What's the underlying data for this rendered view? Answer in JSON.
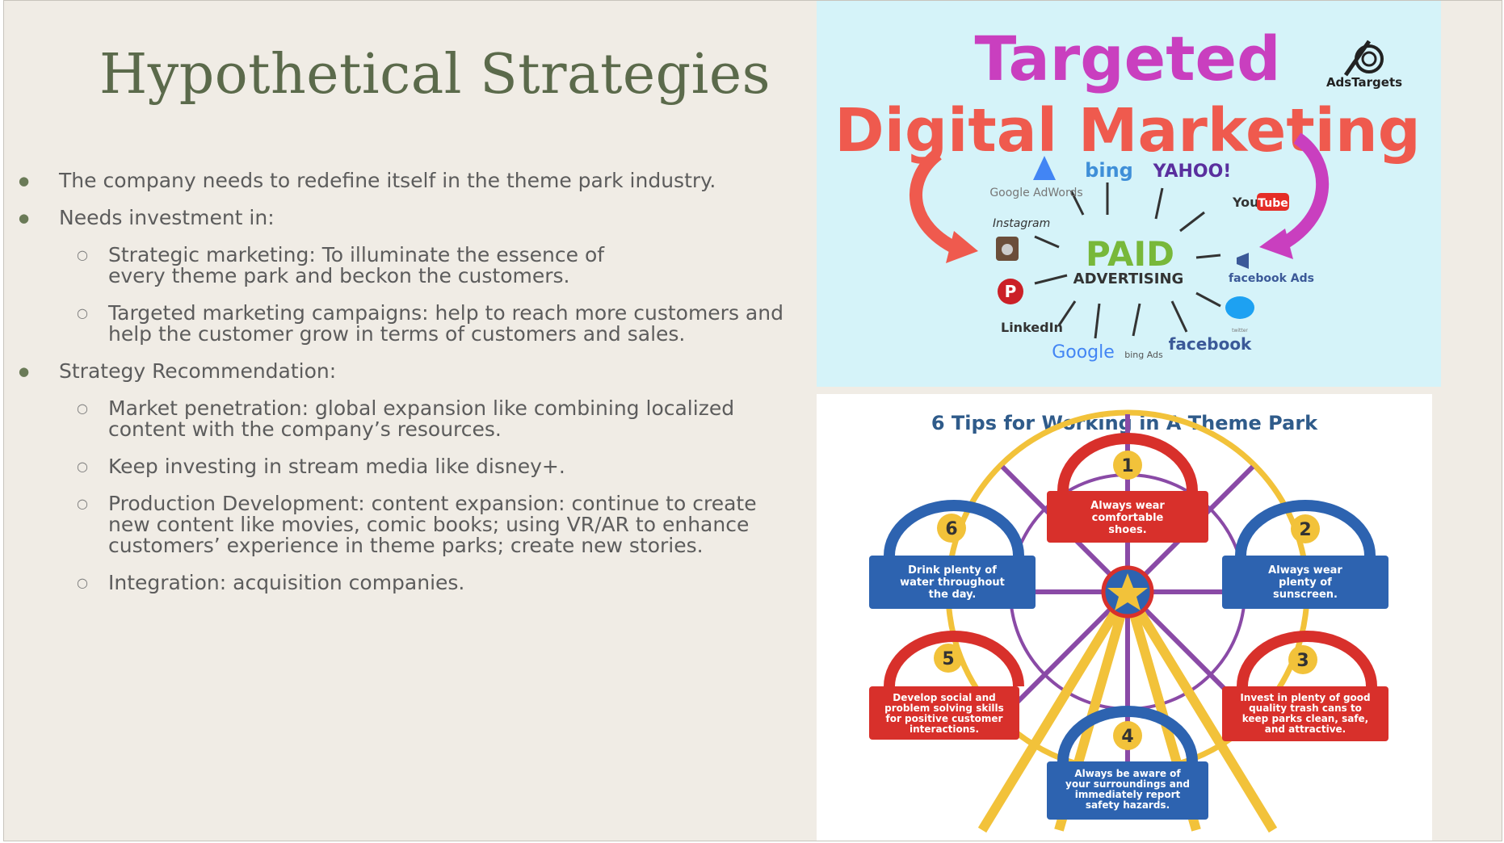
{
  "slide": {
    "title": "Hypothetical Strategies",
    "bullets": [
      {
        "level": 1,
        "text": "The company needs to redefine itself in the theme park industry."
      },
      {
        "level": 1,
        "text": "Needs investment in:"
      },
      {
        "level": 2,
        "text": "Strategic marketing:  To illuminate the essence of every theme park and beckon the customers."
      },
      {
        "level": 2,
        "text": "Targeted marketing campaigns: help to reach more customers and help the customer grow in terms of customers and sales."
      },
      {
        "level": 1,
        "text": "Strategy Recommendation:"
      },
      {
        "level": 2,
        "text": "Market penetration: global expansion like combining localized content with the company’s resources."
      },
      {
        "level": 2,
        "text": "Keep investing in stream media like disney+."
      },
      {
        "level": 2,
        "text": "Production Development: content expansion: continue to create new content like movies, comic books; using VR/AR to enhance customers’ experience in theme parks; create new stories."
      },
      {
        "level": 2,
        "text": "Integration: acquisition companies."
      }
    ]
  },
  "marketing_image": {
    "title_line1": "Targeted",
    "title_line2": "Digital Marketing",
    "logo_text": "AdsTargets",
    "center_line1": "PAID",
    "center_line2": "ADVERTISING",
    "channels": {
      "google_adwords": "Google AdWords",
      "bing": "bing",
      "yahoo": "YAHOO!",
      "youtube": "YouTube",
      "instagram": "Instagram",
      "facebook_ads": "facebook Ads",
      "pinterest": "P",
      "twitter": "twitter",
      "linkedin": "LinkedIn",
      "google": "Google",
      "bing_ads": "bing Ads",
      "facebook": "facebook"
    },
    "colors": {
      "title1": "#c93fbf",
      "title2": "#ef5a4e",
      "paid": "#78b83a",
      "bg": "#d5f3f9"
    }
  },
  "tips_image": {
    "title": "6 Tips for Working in A Theme Park",
    "tips": [
      {
        "num": "1",
        "lines": [
          "Always wear",
          "comfortable",
          "shoes."
        ],
        "color": "#d8302b"
      },
      {
        "num": "2",
        "lines": [
          "Always wear",
          "plenty of",
          "sunscreen."
        ],
        "color": "#2d63b0"
      },
      {
        "num": "3",
        "lines": [
          "Invest in plenty of good",
          "quality trash cans to",
          "keep parks clean, safe,",
          "and attractive."
        ],
        "color": "#d8302b"
      },
      {
        "num": "4",
        "lines": [
          "Always be aware of",
          "your surroundings and",
          "immediately report",
          "safety hazards."
        ],
        "color": "#2d63b0"
      },
      {
        "num": "5",
        "lines": [
          "Develop social and",
          "problem solving skills",
          "for positive customer",
          "interactions."
        ],
        "color": "#d8302b"
      },
      {
        "num": "6",
        "lines": [
          "Drink plenty of",
          "water throughout",
          "the day."
        ],
        "color": "#2d63b0"
      }
    ],
    "colors": {
      "wheel": "#f2c23a",
      "spokes": "#8a4aa6",
      "title": "#2f5b8a"
    }
  }
}
